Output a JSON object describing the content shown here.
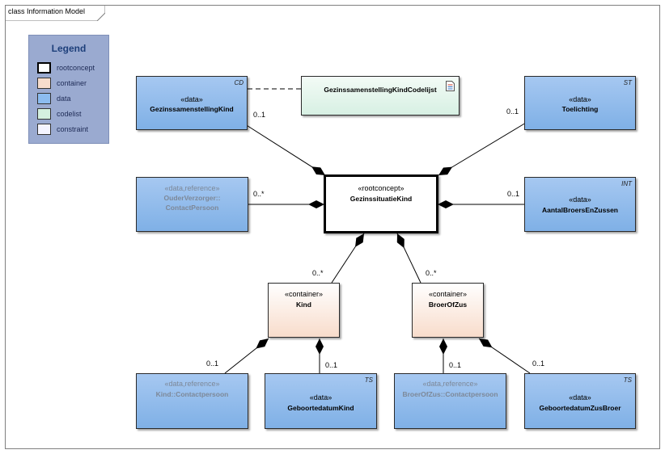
{
  "diagram": {
    "title": "class Information Model"
  },
  "legend": {
    "title": "Legend",
    "items": [
      {
        "label": "rootconcept",
        "fill": "#ffffff"
      },
      {
        "label": "container",
        "fill": "#f6dccc"
      },
      {
        "label": "data",
        "fill": "#8cbcf0"
      },
      {
        "label": "codelist",
        "fill": "#d4f0e0"
      },
      {
        "label": "constraint",
        "fill": "#f4f4ff"
      }
    ]
  },
  "classes": {
    "root": {
      "stereotype": "«rootconcept»",
      "name": "GezinssituatieKind"
    },
    "gezinssamenstelling": {
      "stereotype": "«data»",
      "name": "GezinssamenstellingKind",
      "tag": "CD"
    },
    "codelijst": {
      "name": "GezinssamenstellingKindCodelijst"
    },
    "toelichting": {
      "stereotype": "«data»",
      "name": "Toelichting",
      "tag": "ST"
    },
    "ouder": {
      "stereotype": "«data,reference»",
      "name_line1": "OuderVerzorger::",
      "name_line2": "ContactPersoon"
    },
    "aantal": {
      "stereotype": "«data»",
      "name": "AantalBroersEnZussen",
      "tag": "INT"
    },
    "kind": {
      "stereotype": "«container»",
      "name": "Kind"
    },
    "broerofzus": {
      "stereotype": "«container»",
      "name": "BroerOfZus"
    },
    "kind_contact": {
      "stereotype": "«data,reference»",
      "name": "Kind::Contactpersoon"
    },
    "geboortedatum_kind": {
      "stereotype": "«data»",
      "name": "GeboortedatumKind",
      "tag": "TS"
    },
    "broer_contact": {
      "stereotype": "«data,reference»",
      "name": "BroerOfZus::Contactpersoon"
    },
    "geboortedatum_broer": {
      "stereotype": "«data»",
      "name": "GeboortedatumZusBroer",
      "tag": "TS"
    }
  },
  "multiplicities": {
    "gezinssamenstelling": "0..1",
    "toelichting": "0..1",
    "ouder": "0..*",
    "aantal": "0..1",
    "kind": "0..*",
    "broerofzus": "0..*",
    "kind_contact": "0..1",
    "geboortedatum_kind": "0..1",
    "broer_contact": "0..1",
    "geboortedatum_broer": "0..1"
  }
}
